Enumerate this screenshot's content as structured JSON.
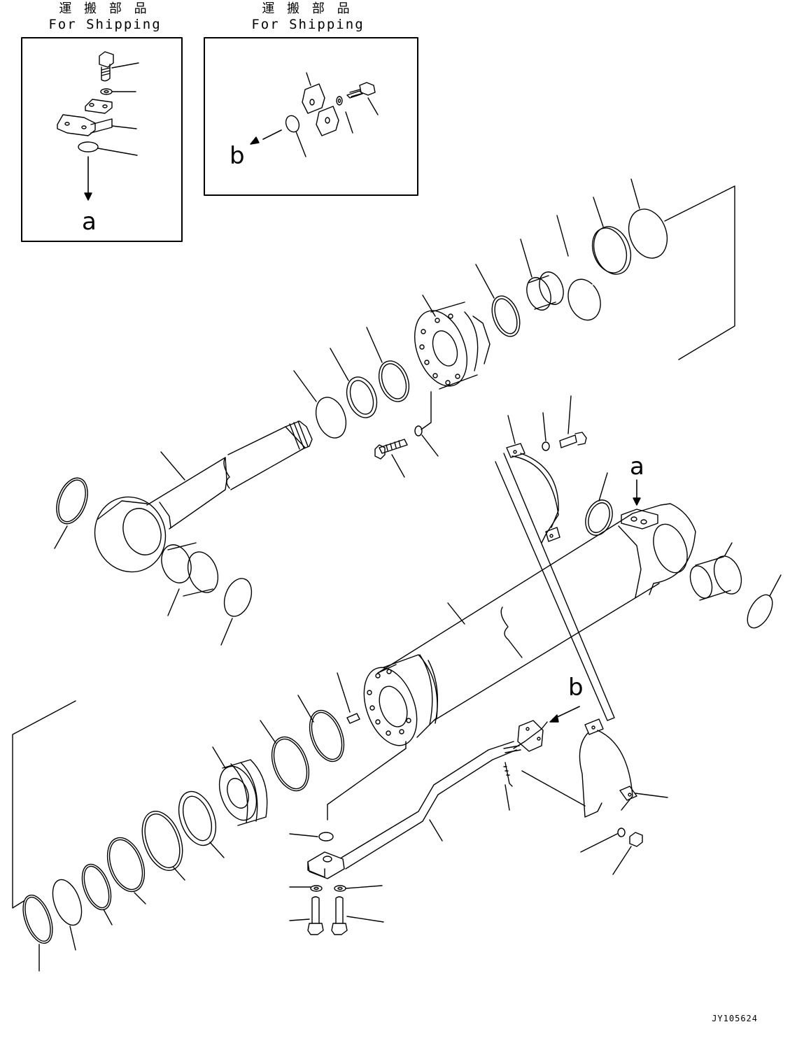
{
  "shipping_boxes": [
    {
      "jp": "運 搬 部 品",
      "en": "For Shipping"
    },
    {
      "jp": "運 搬 部 品",
      "en": "For Shipping"
    }
  ],
  "ref_letters": {
    "a_top": "a",
    "b_top": "b",
    "a_main": "a",
    "b_main": "b"
  },
  "drawing_id": "JY105624"
}
